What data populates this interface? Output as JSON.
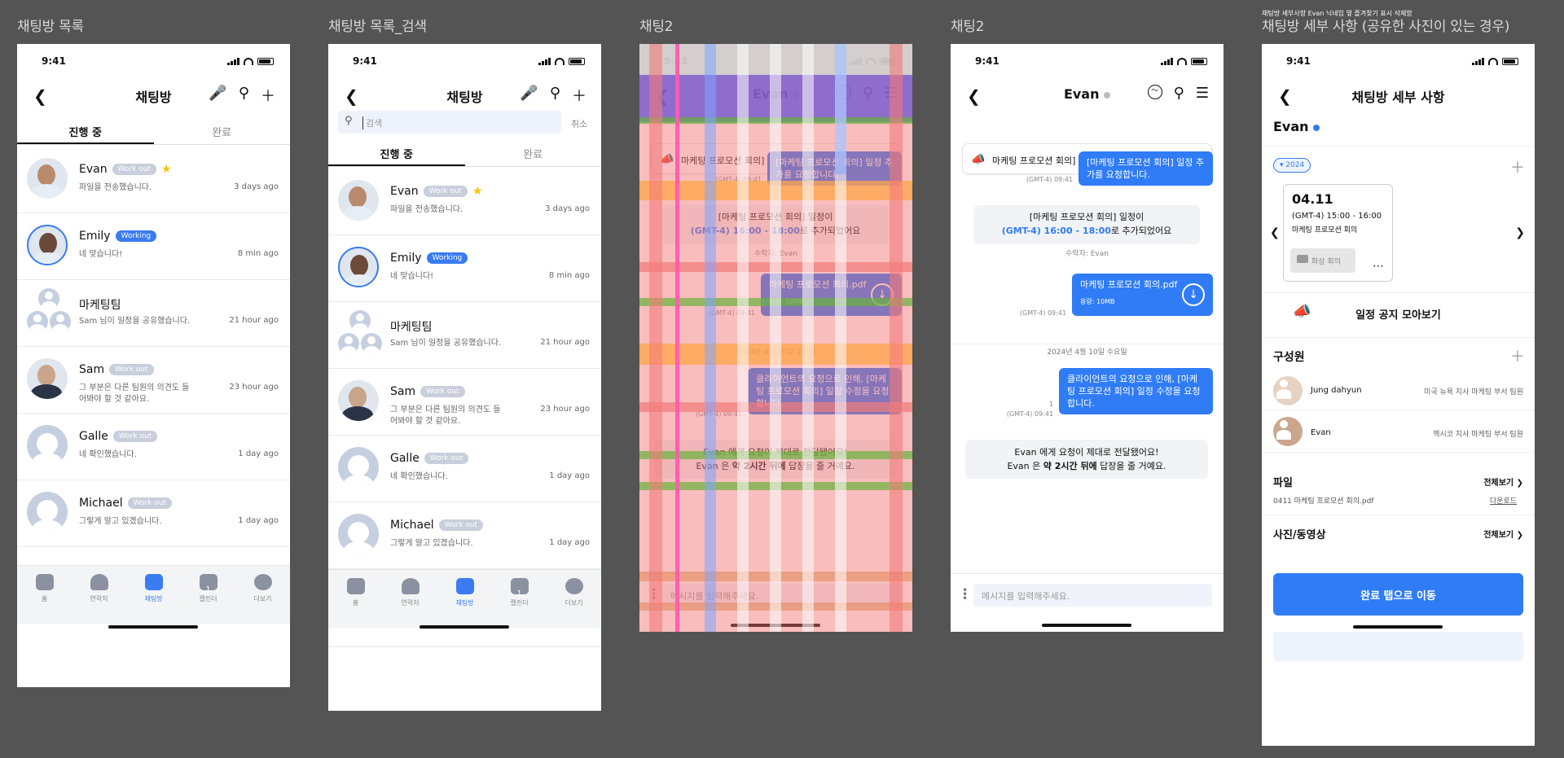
{
  "frames": {
    "f1": {
      "title": "채팅방 목록"
    },
    "f2": {
      "title": "채팅방 목록_검색"
    },
    "f3": {
      "title": "채팅2"
    },
    "f4": {
      "title": "채팅2"
    },
    "f5": {
      "title": "채팅방 세부 사항 (공유한 사진이 있는 경우)",
      "note": "채팅방 세부사항 Evan 닉네임 옆 즐겨찾기 표시 삭제함"
    }
  },
  "status": {
    "time": "9:41"
  },
  "list": {
    "header_title": "채팅방",
    "tabs": [
      "진행 중",
      "완료"
    ],
    "search_placeholder": "검색",
    "search_cancel": "취소",
    "rows": [
      {
        "name": "Evan",
        "badge": "Work out",
        "message": "파일을 전송했습니다.",
        "time": "3 days ago"
      },
      {
        "name": "Emily",
        "badge": "Working",
        "message": "네 맞습니다!",
        "time": "8 min ago"
      },
      {
        "name": "마케팅팀",
        "badge": "",
        "message": "Sam 님이 일정을 공유했습니다.",
        "time": "21 hour ago"
      },
      {
        "name": "Sam",
        "badge": "Work out",
        "message": "그 부분은 다른 팀원의 의견도 들어봐야 할 것 같아요.",
        "time": "23 hour ago"
      },
      {
        "name": "Galle",
        "badge": "Work out",
        "message": "네 확인했습니다.",
        "time": "1 day ago"
      },
      {
        "name": "Michael",
        "badge": "Work out",
        "message": "그렇게 알고 있겠습니다.",
        "time": "1 day ago"
      }
    ],
    "nav": [
      "홈",
      "연락처",
      "채팅방",
      "캘린더",
      "더보기"
    ],
    "calendar_day": "1"
  },
  "chat": {
    "title": "Evan",
    "notice": "마케팅 프로모션 회의] 일정 변경을 요청합니다. (1/2)",
    "msg1": "[마케팅 프로모션 회의] 일정 추가를 요청합니다.",
    "msg1_meta": "(GMT-4) 09:41",
    "sys1_line1": "[마케팅 프로모션 회의] 일정이",
    "sys1_time": "(GMT-4) 16:00 - 18:00",
    "sys1_suffix": "로 추가되었어요",
    "receiver": "수락자: Evan",
    "file_name": "마케팅 프로모션 회의.pdf",
    "file_size": "용량: 10MB",
    "file_meta": "(GMT-4) 09:41",
    "date_divider": "2024년 4월 10일 수요일",
    "msg2": "클라이언트의 요청으로 인해, [마케팅 프로모션 회의] 일정 수정을 요청합니다.",
    "msg2_read": "1",
    "msg2_meta": "(GMT-4) 09:41",
    "sys2_line1": "Evan 에게 요청이 제대로 전달됐어요!",
    "sys2_prefix": "Evan 은 ",
    "sys2_bold": "약 2시간 뒤에",
    "sys2_suffix": " 답장을 줄 거예요.",
    "input_placeholder": "메시지를 입력해주세요."
  },
  "detail": {
    "header_title": "채팅방 세부 사항",
    "name": "Evan",
    "year_chip": "▾ 2024",
    "card_date": "04.11",
    "card_time": "(GMT-4) 15:00 - 16:00",
    "card_title": "마케팅 프로모션 회의",
    "card_video": "화상 회의",
    "notice_all": "일정 공지 모아보기",
    "members_title": "구성원",
    "members": [
      {
        "name": "Jung dahyun",
        "org": "미국 뉴욕 지사 마케팅 부서 팀원"
      },
      {
        "name": "Evan",
        "org": "멕시코 지사 마케팅 부서 팀원"
      }
    ],
    "files_title": "파일",
    "see_all": "전체보기",
    "file_name": "0411 마케팅 프로모션 회의.pdf",
    "download": "다운로드",
    "media_title": "사진/동영상",
    "cta": "완료 탭으로 이동"
  }
}
